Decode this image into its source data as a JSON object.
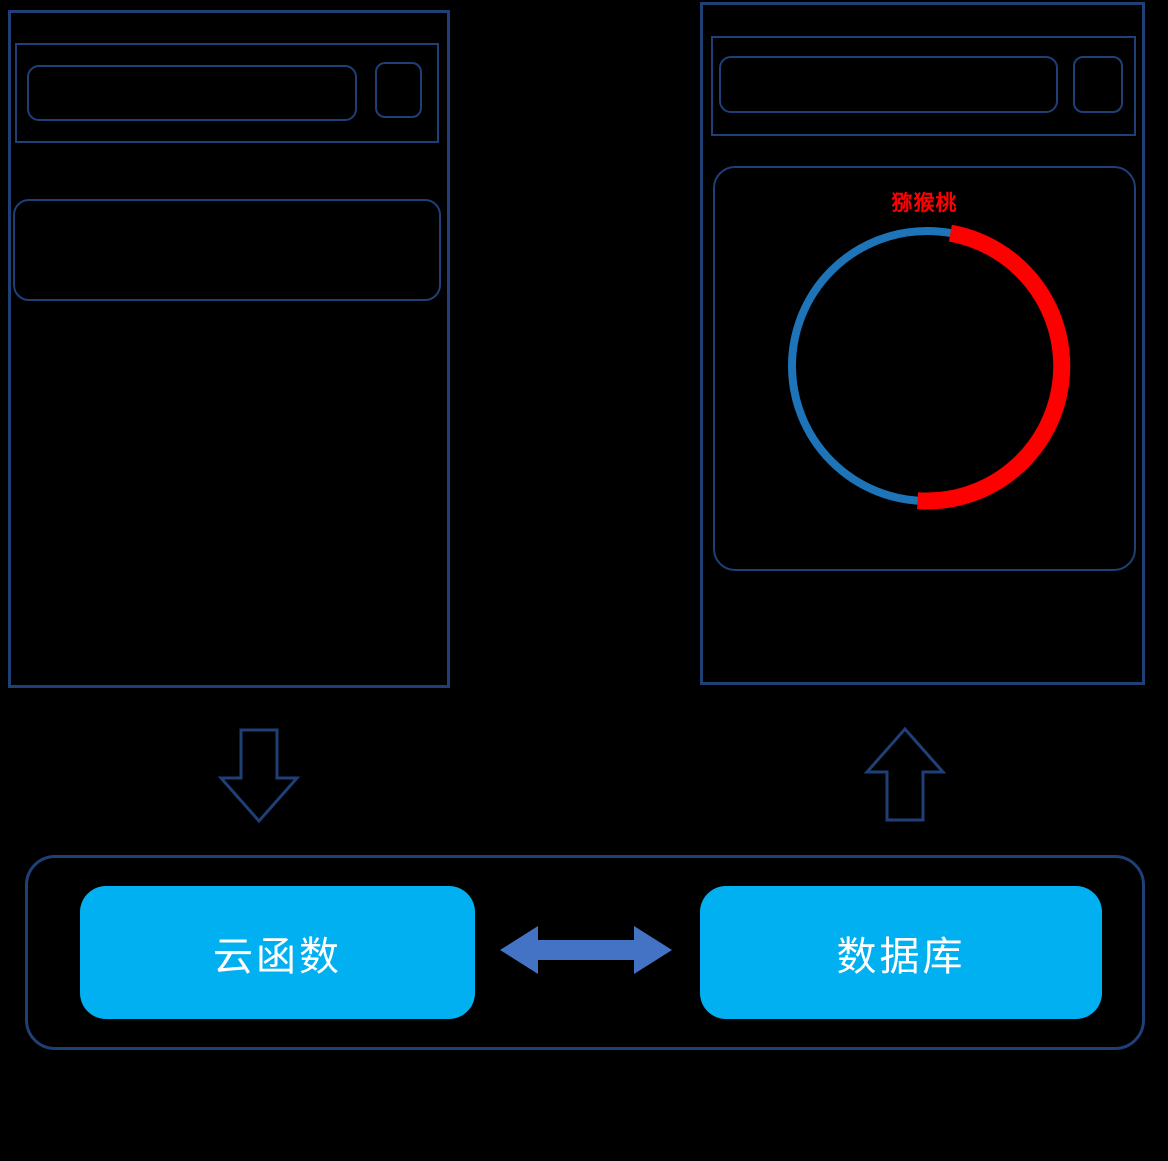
{
  "colors": {
    "background": "#000000",
    "outline": "#1f3f77",
    "ring_blue": "#1d74b8",
    "ring_red": "#ff0000",
    "fruit_label": "#ff0000",
    "cyan_box": "#00b0f0",
    "double_arrow": "#4472c4",
    "box_text": "#ffffff"
  },
  "left_device": {
    "description": "mini-program page mockup with search bar, capsule button and input box"
  },
  "right_device": {
    "fruit_label": "猕猴桃",
    "ring": {
      "red_start_deg": 10,
      "red_end_deg": 184,
      "red_fraction": 0.48
    }
  },
  "backend": {
    "cloud_function_label": "云函数",
    "database_label": "数据库"
  }
}
